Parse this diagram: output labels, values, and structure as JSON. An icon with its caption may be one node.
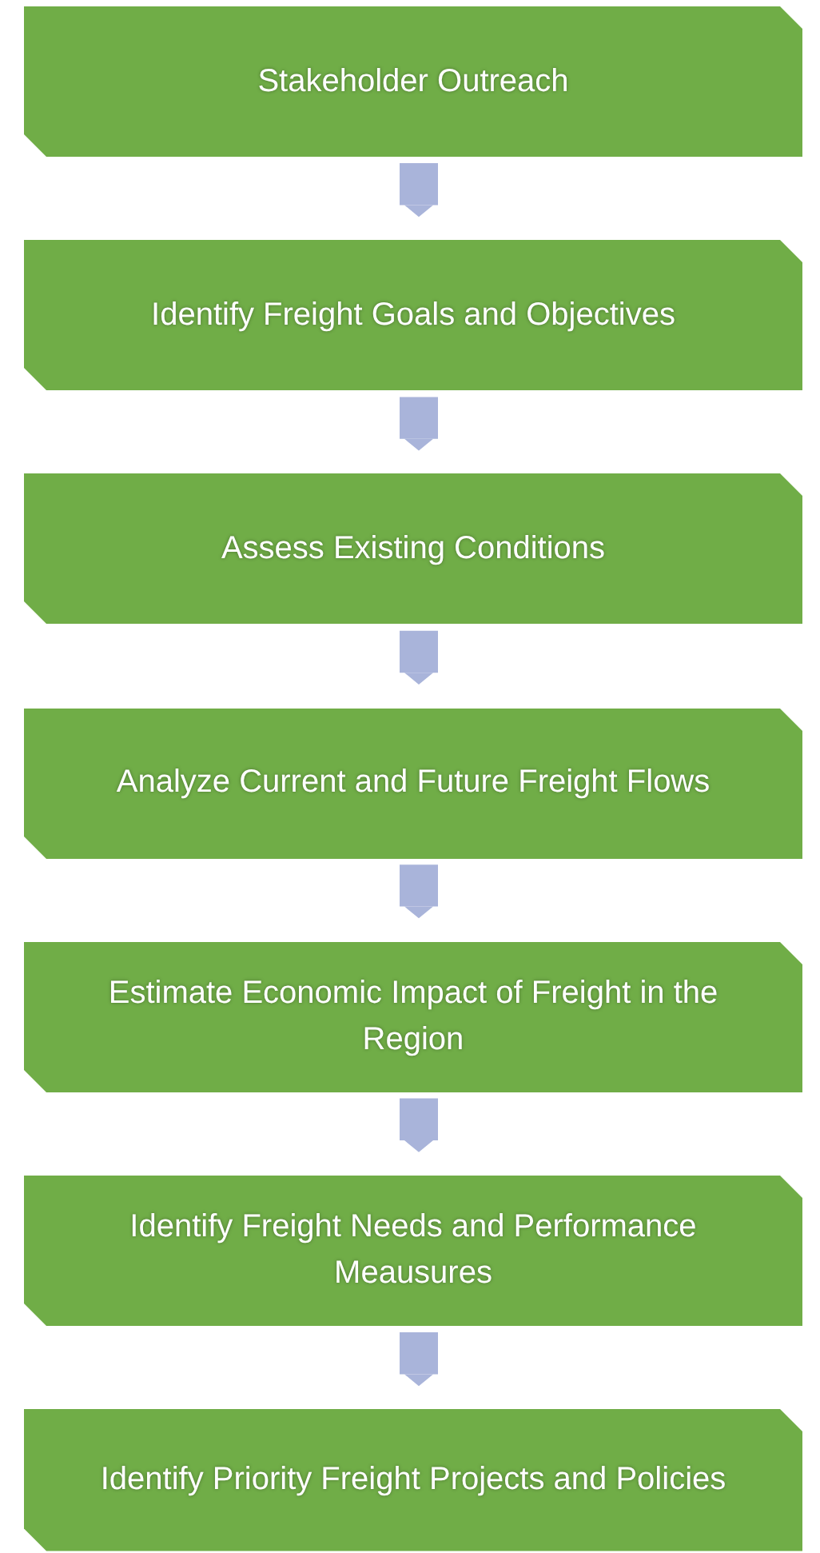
{
  "diagram": {
    "nodes": [
      {
        "text": [
          "Stakeholder Outreach"
        ]
      },
      {
        "text": [
          "Identify Freight Goals and Objectives"
        ]
      },
      {
        "text": [
          "Assess Existing Conditions"
        ]
      },
      {
        "text": [
          "Analyze Current and Future Freight Flows"
        ]
      },
      {
        "text": [
          "Estimate Economic Impact of Freight in the Region"
        ]
      },
      {
        "text": [
          "Identify Freight Needs and Performance Meausures"
        ]
      },
      {
        "text": [
          "Identify Priority Freight Projects and Policies"
        ]
      }
    ],
    "edges": [
      {
        "from": 0,
        "to": 1,
        "arrow": "to"
      },
      {
        "from": 1,
        "to": 2,
        "arrow": "to"
      },
      {
        "from": 2,
        "to": 3,
        "arrow": "to"
      },
      {
        "from": 3,
        "to": 4,
        "arrow": "to"
      },
      {
        "from": 4,
        "to": 5,
        "arrow": "to"
      },
      {
        "from": 5,
        "to": 6,
        "arrow": "to"
      }
    ]
  }
}
